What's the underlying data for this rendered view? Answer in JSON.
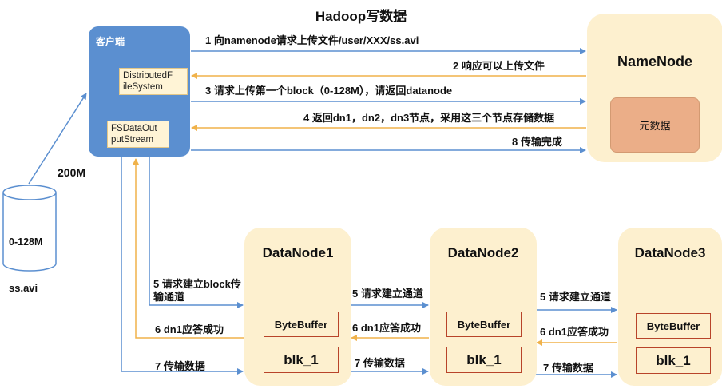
{
  "title": "Hadoop写数据",
  "client": {
    "title": "客户端",
    "distributed_fs": "DistributedFileSystem",
    "distributed_fs_lines": [
      "DistributedF",
      "ileSystem"
    ],
    "fsdata_lines": [
      "FSDataOut",
      "putStream"
    ]
  },
  "namenode": {
    "title": "NameNode",
    "metadata": "元数据"
  },
  "file": {
    "size": "200M",
    "range": "0-128M",
    "name": "ss.avi"
  },
  "steps": {
    "s1": "1 向namenode请求上传文件/user/XXX/ss.avi",
    "s2": "2 响应可以上传文件",
    "s3": "3 请求上传第一个block（0-128M），请返回datanode",
    "s4": "4 返回dn1，dn2，dn3节点，采用这三个节点存储数据",
    "s8": "8 传输完成",
    "s5_client_lines": [
      "5 请求建立block传",
      "输通道"
    ],
    "s5": "5 请求建立通道",
    "s6": "6 dn1应答成功",
    "s7": "7 传输数据"
  },
  "datanodes": [
    {
      "title": "DataNode1",
      "buffer": "ByteBuffer",
      "block": "blk_1"
    },
    {
      "title": "DataNode2",
      "buffer": "ByteBuffer",
      "block": "blk_1"
    },
    {
      "title": "DataNode3",
      "buffer": "ByteBuffer",
      "block": "blk_1"
    }
  ],
  "colors": {
    "client": "#5b8fd0",
    "node_bg": "#fdf0cf",
    "arrow_blue": "#5b8fd0",
    "arrow_orange": "#f0b24a",
    "metadata": "#ebae88",
    "block_border": "#b8442a"
  }
}
